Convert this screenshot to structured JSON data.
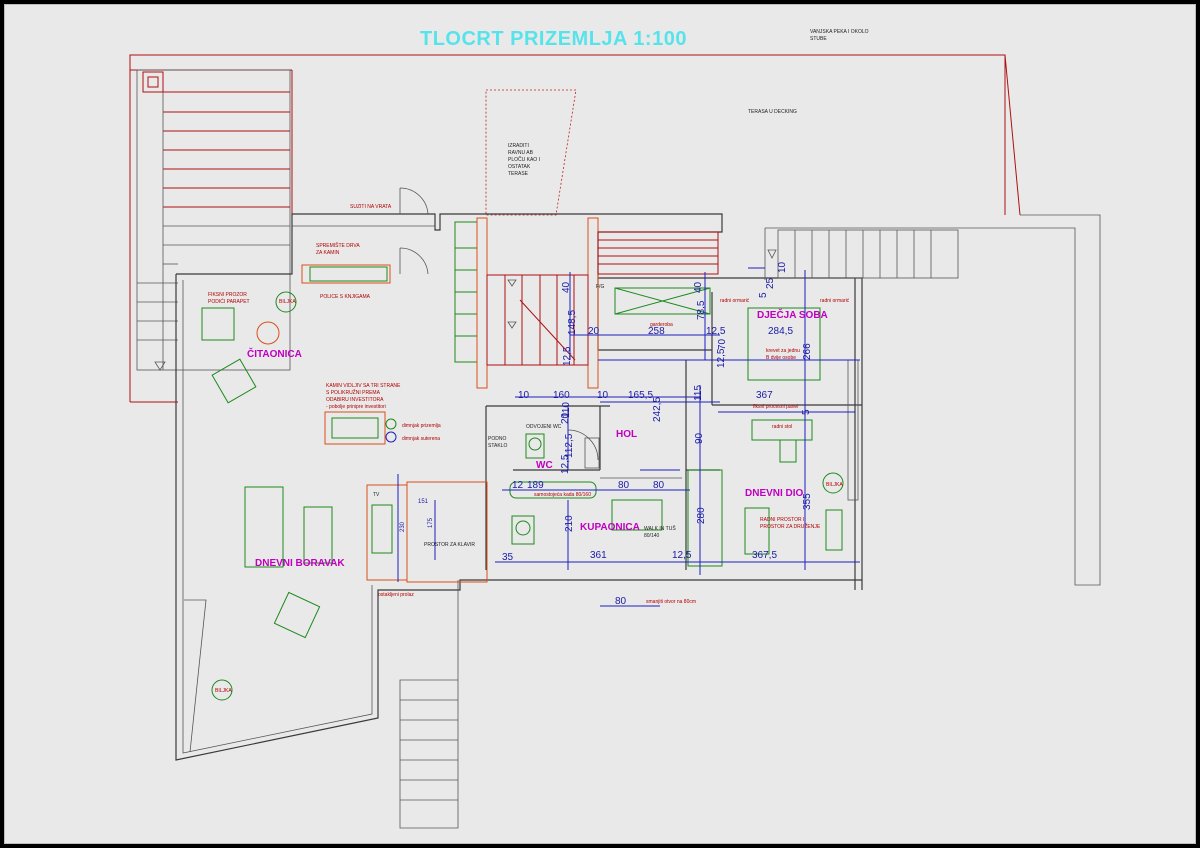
{
  "plan": {
    "title": "TLOCRT PRIZEMLJA 1:100",
    "rooms": [
      {
        "id": "citaonica",
        "label": "ČITAONICA"
      },
      {
        "id": "dnevni-boravak",
        "label": "DNEVNI BORAVAK"
      },
      {
        "id": "djecja-soba",
        "label": "DJEČJA SOBA"
      },
      {
        "id": "hol",
        "label": "HOL"
      },
      {
        "id": "wc",
        "label": "WC"
      },
      {
        "id": "kupaonica",
        "label": "KUPAONICA"
      },
      {
        "id": "dnevni-dio",
        "label": "DNEVNI DIO"
      }
    ],
    "notes": [
      {
        "id": "vanjska",
        "text": "VANJSKA PEKA I OKOLO"
      },
      {
        "id": "stube",
        "text": "STUBE"
      },
      {
        "id": "terasa",
        "text": "TERASA U DECKING"
      },
      {
        "id": "izraditi1",
        "text": "IZRADITI"
      },
      {
        "id": "izraditi2",
        "text": "RAVNU AB"
      },
      {
        "id": "izraditi3",
        "text": "PLOČU KAO I"
      },
      {
        "id": "izraditi4",
        "text": "OSTATAK"
      },
      {
        "id": "izraditi5",
        "text": "TERASE"
      },
      {
        "id": "suziti",
        "text": "SUZITI NA VRATA"
      },
      {
        "id": "spremiste1",
        "text": "SPREMIŠTE DRVA"
      },
      {
        "id": "spremiste2",
        "text": "ZA KAMIN"
      },
      {
        "id": "police",
        "text": "POLICE S KNJIGAMA"
      },
      {
        "id": "fiksni1",
        "text": "FIKSNI PROZOR"
      },
      {
        "id": "fiksni2",
        "text": "PODIĆI PARAPET"
      },
      {
        "id": "biljka1",
        "text": "BILJKA"
      },
      {
        "id": "biljka2",
        "text": "BILJKA"
      },
      {
        "id": "biljka3",
        "text": "BILJKA"
      },
      {
        "id": "kamin1",
        "text": "KAMIN VIDLJIV SA TRI STRANE"
      },
      {
        "id": "kamin2",
        "text": "S POLIKRUŽNI PREMA"
      },
      {
        "id": "kamin3",
        "text": "ODABIRU INVESTITORA"
      },
      {
        "id": "kamin4",
        "text": "- pobolje prinipre investitori"
      },
      {
        "id": "dimnjak1",
        "text": "dimnjak prizemlja"
      },
      {
        "id": "dimnjak2",
        "text": "dimnjak suterena"
      },
      {
        "id": "podno",
        "text": "PODNO"
      },
      {
        "id": "staklo",
        "text": "STAKLO"
      },
      {
        "id": "odvojeni",
        "text": "ODVOJENI WC"
      },
      {
        "id": "garderoba",
        "text": "garderoba"
      },
      {
        "id": "fg",
        "text": "F/G"
      },
      {
        "id": "ormar1",
        "text": "radni ormarić"
      },
      {
        "id": "ormar2",
        "text": "radni ormarić"
      },
      {
        "id": "krevet1",
        "text": "krevet za jednu"
      },
      {
        "id": "krevet2",
        "text": "B dvije osobe"
      },
      {
        "id": "fiksni-panel",
        "text": "fiksni procesni panel"
      },
      {
        "id": "radni-stol",
        "text": "radni stol"
      },
      {
        "id": "samostojeca",
        "text": "samostojeća kada 80/160"
      },
      {
        "id": "walkin1",
        "text": "WALK IN TUŠ"
      },
      {
        "id": "walkin2",
        "text": "80/140"
      },
      {
        "id": "tv",
        "text": "TV"
      },
      {
        "id": "prostor-klavir",
        "text": "PROSTOR ZA KLAVIR"
      },
      {
        "id": "radni1",
        "text": "RADNI PROSTOR I"
      },
      {
        "id": "radni2",
        "text": "PROSTOR ZA DRUŽENJE"
      },
      {
        "id": "ostaklj",
        "text": "ostakljeni prolaz"
      },
      {
        "id": "smanjiti",
        "text": "smanjiti otvor na 80cm"
      }
    ],
    "dimensions": [
      {
        "id": "d40a",
        "text": "40"
      },
      {
        "id": "d148",
        "text": "148,5"
      },
      {
        "id": "d125a",
        "text": "12,5"
      },
      {
        "id": "d20a",
        "text": "20"
      },
      {
        "id": "d258",
        "text": "258"
      },
      {
        "id": "d40b",
        "text": "40"
      },
      {
        "id": "d785",
        "text": "78,5"
      },
      {
        "id": "d125b",
        "text": "12,5"
      },
      {
        "id": "d70",
        "text": "70"
      },
      {
        "id": "d125c",
        "text": "12,5"
      },
      {
        "id": "d25",
        "text": "25"
      },
      {
        "id": "d10a",
        "text": "10"
      },
      {
        "id": "d5a",
        "text": "5"
      },
      {
        "id": "d2845",
        "text": "284,5"
      },
      {
        "id": "d266",
        "text": "266"
      },
      {
        "id": "d10b",
        "text": "10"
      },
      {
        "id": "d160",
        "text": "160"
      },
      {
        "id": "d10c",
        "text": "10"
      },
      {
        "id": "d110",
        "text": "110"
      },
      {
        "id": "d1655",
        "text": "165,5"
      },
      {
        "id": "d115",
        "text": "115"
      },
      {
        "id": "d367",
        "text": "367"
      },
      {
        "id": "d5b",
        "text": "5"
      },
      {
        "id": "d20b",
        "text": "20"
      },
      {
        "id": "d2425",
        "text": "242,5"
      },
      {
        "id": "d90",
        "text": "90"
      },
      {
        "id": "d1125",
        "text": "112,5"
      },
      {
        "id": "d125d",
        "text": "12,5"
      },
      {
        "id": "d12",
        "text": "12"
      },
      {
        "id": "d189",
        "text": "189"
      },
      {
        "id": "d80a",
        "text": "80"
      },
      {
        "id": "d80b",
        "text": "80"
      },
      {
        "id": "d280",
        "text": "280"
      },
      {
        "id": "d355",
        "text": "355"
      },
      {
        "id": "d210",
        "text": "210"
      },
      {
        "id": "d35",
        "text": "35"
      },
      {
        "id": "d361",
        "text": "361"
      },
      {
        "id": "d125e",
        "text": "12,5"
      },
      {
        "id": "d3675",
        "text": "367,5"
      },
      {
        "id": "d80c",
        "text": "80"
      },
      {
        "id": "d151",
        "text": "151"
      },
      {
        "id": "d175",
        "text": "175"
      },
      {
        "id": "d230",
        "text": "230"
      }
    ]
  }
}
